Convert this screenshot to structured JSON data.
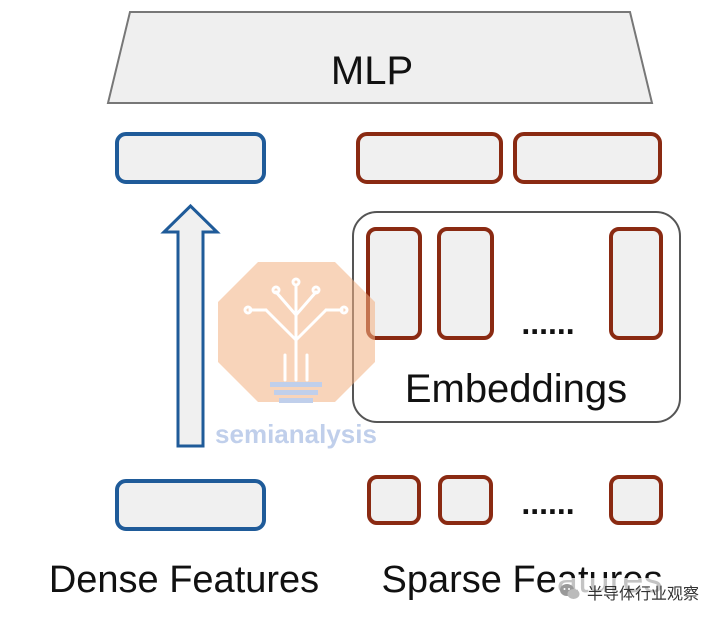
{
  "diagram": {
    "mlp_label": "MLP",
    "embeddings_label": "Embeddings",
    "dense_features_label": "Dense Features",
    "sparse_features_label": "Sparse Features",
    "embedding_ellipsis": "......",
    "sparse_ellipsis": "......"
  },
  "watermark": {
    "brand_text": "semianalysis",
    "footer_text": "半导体行业观察"
  },
  "colors": {
    "dense_blue": "#1f5b99",
    "sparse_red": "#8a2a12",
    "box_fill": "#f0f0f0",
    "mlp_fill": "#efefef",
    "mlp_stroke": "#777777",
    "embeddings_stroke": "#555555",
    "watermark_orange": "#f4b183",
    "watermark_blue": "#8ea9db"
  }
}
